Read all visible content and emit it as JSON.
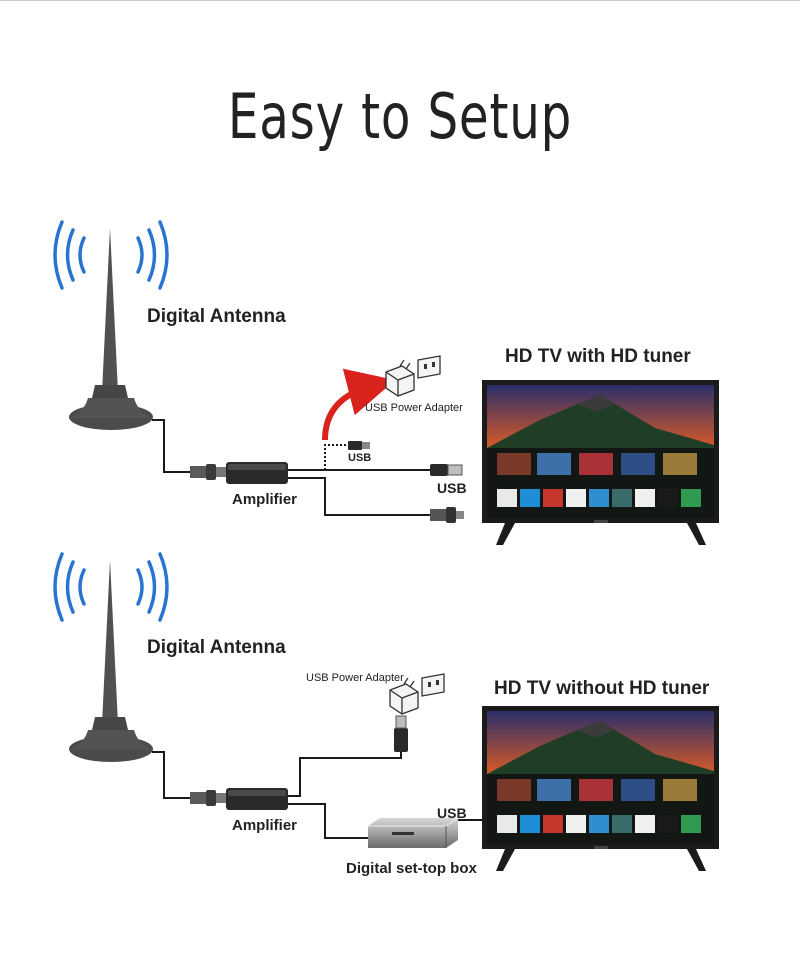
{
  "title": "Easy to Setup",
  "colors": {
    "wave": "#2a74d1",
    "antenna": "#505252",
    "arrow": "#d9231c",
    "cable": "#1a1a1a"
  },
  "icons": [
    "wifi-waves-icon",
    "antenna-icon",
    "usb-plug-icon",
    "coax-plug-icon",
    "power-adapter-icon",
    "wall-socket-icon",
    "tv-icon",
    "set-top-box-icon"
  ],
  "diagram1": {
    "antenna_label": "Digital Antenna",
    "amplifier_label": "Amplifier",
    "adapter_label": "USB Power Adapter",
    "usb_label_small": "USB",
    "usb_label": "USB",
    "tv_label": "HD TV  with HD tuner"
  },
  "diagram2": {
    "antenna_label": "Digital Antenna",
    "amplifier_label": "Amplifier",
    "adapter_label": "USB Power Adapter",
    "usb_label": "USB",
    "tv_label": "HD TV  without HD tuner",
    "stb_label": "Digital set-top box"
  }
}
